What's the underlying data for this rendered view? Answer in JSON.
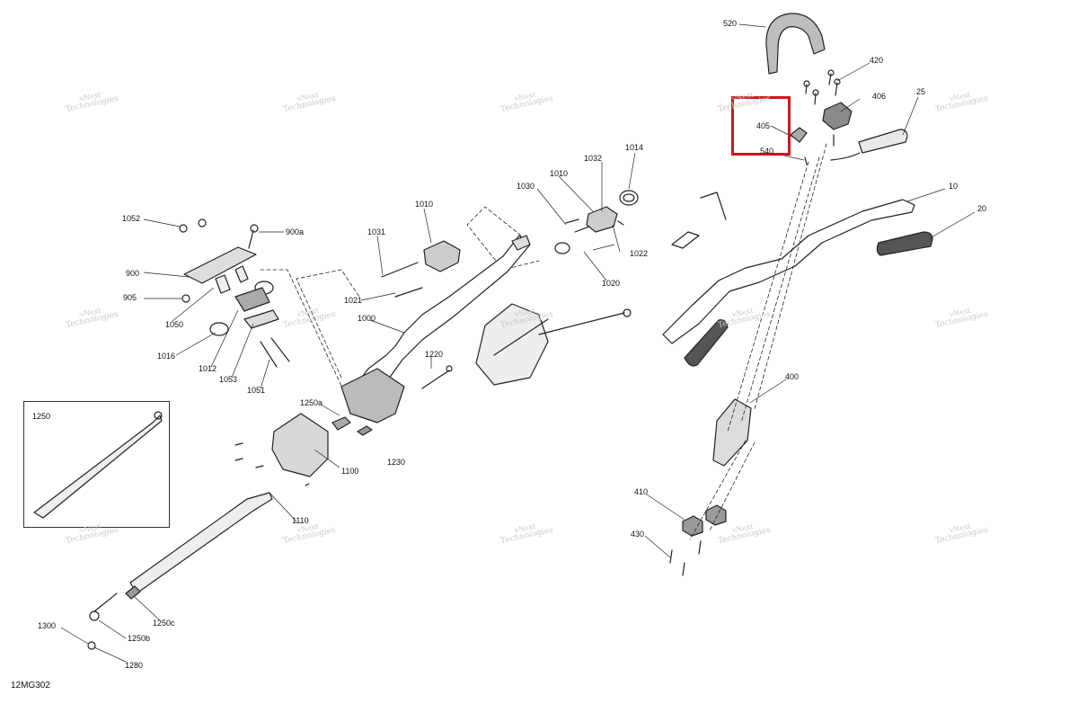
{
  "diagram": {
    "code": "12MG302",
    "inset_label": "1250",
    "highlight_part": "405",
    "watermark": {
      "line1": "vNext",
      "line2": "Technologies"
    },
    "parts": [
      "520",
      "420",
      "406",
      "405",
      "540",
      "25",
      "10",
      "20",
      "400",
      "410",
      "430",
      "1014",
      "1032",
      "1010",
      "1030",
      "1022",
      "1020",
      "1031",
      "1021",
      "1000",
      "1220",
      "1230",
      "1250a",
      "1100",
      "1110",
      "1250c",
      "1250b",
      "1300",
      "1280",
      "1052",
      "900a",
      "900",
      "905",
      "1050",
      "1016",
      "1012",
      "1053",
      "1051"
    ]
  }
}
